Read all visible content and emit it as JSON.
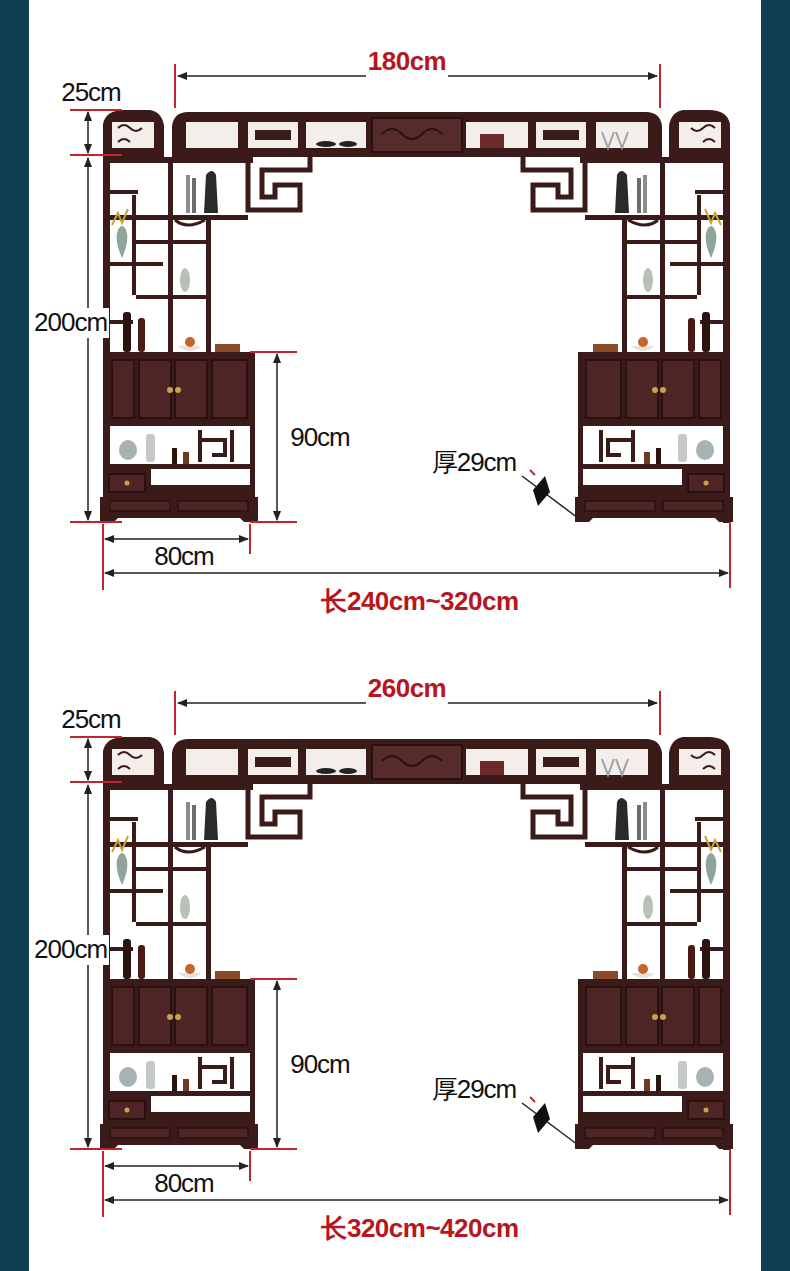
{
  "diagram": {
    "labels": [
      "180cm",
      "25cm",
      "200cm",
      "90cm",
      "厚29cm",
      "80cm",
      "长240cm~320cm",
      "260cm",
      "25cm",
      "200cm",
      "90cm",
      "厚29cm",
      "80cm",
      "长320cm~420cm"
    ]
  }
}
